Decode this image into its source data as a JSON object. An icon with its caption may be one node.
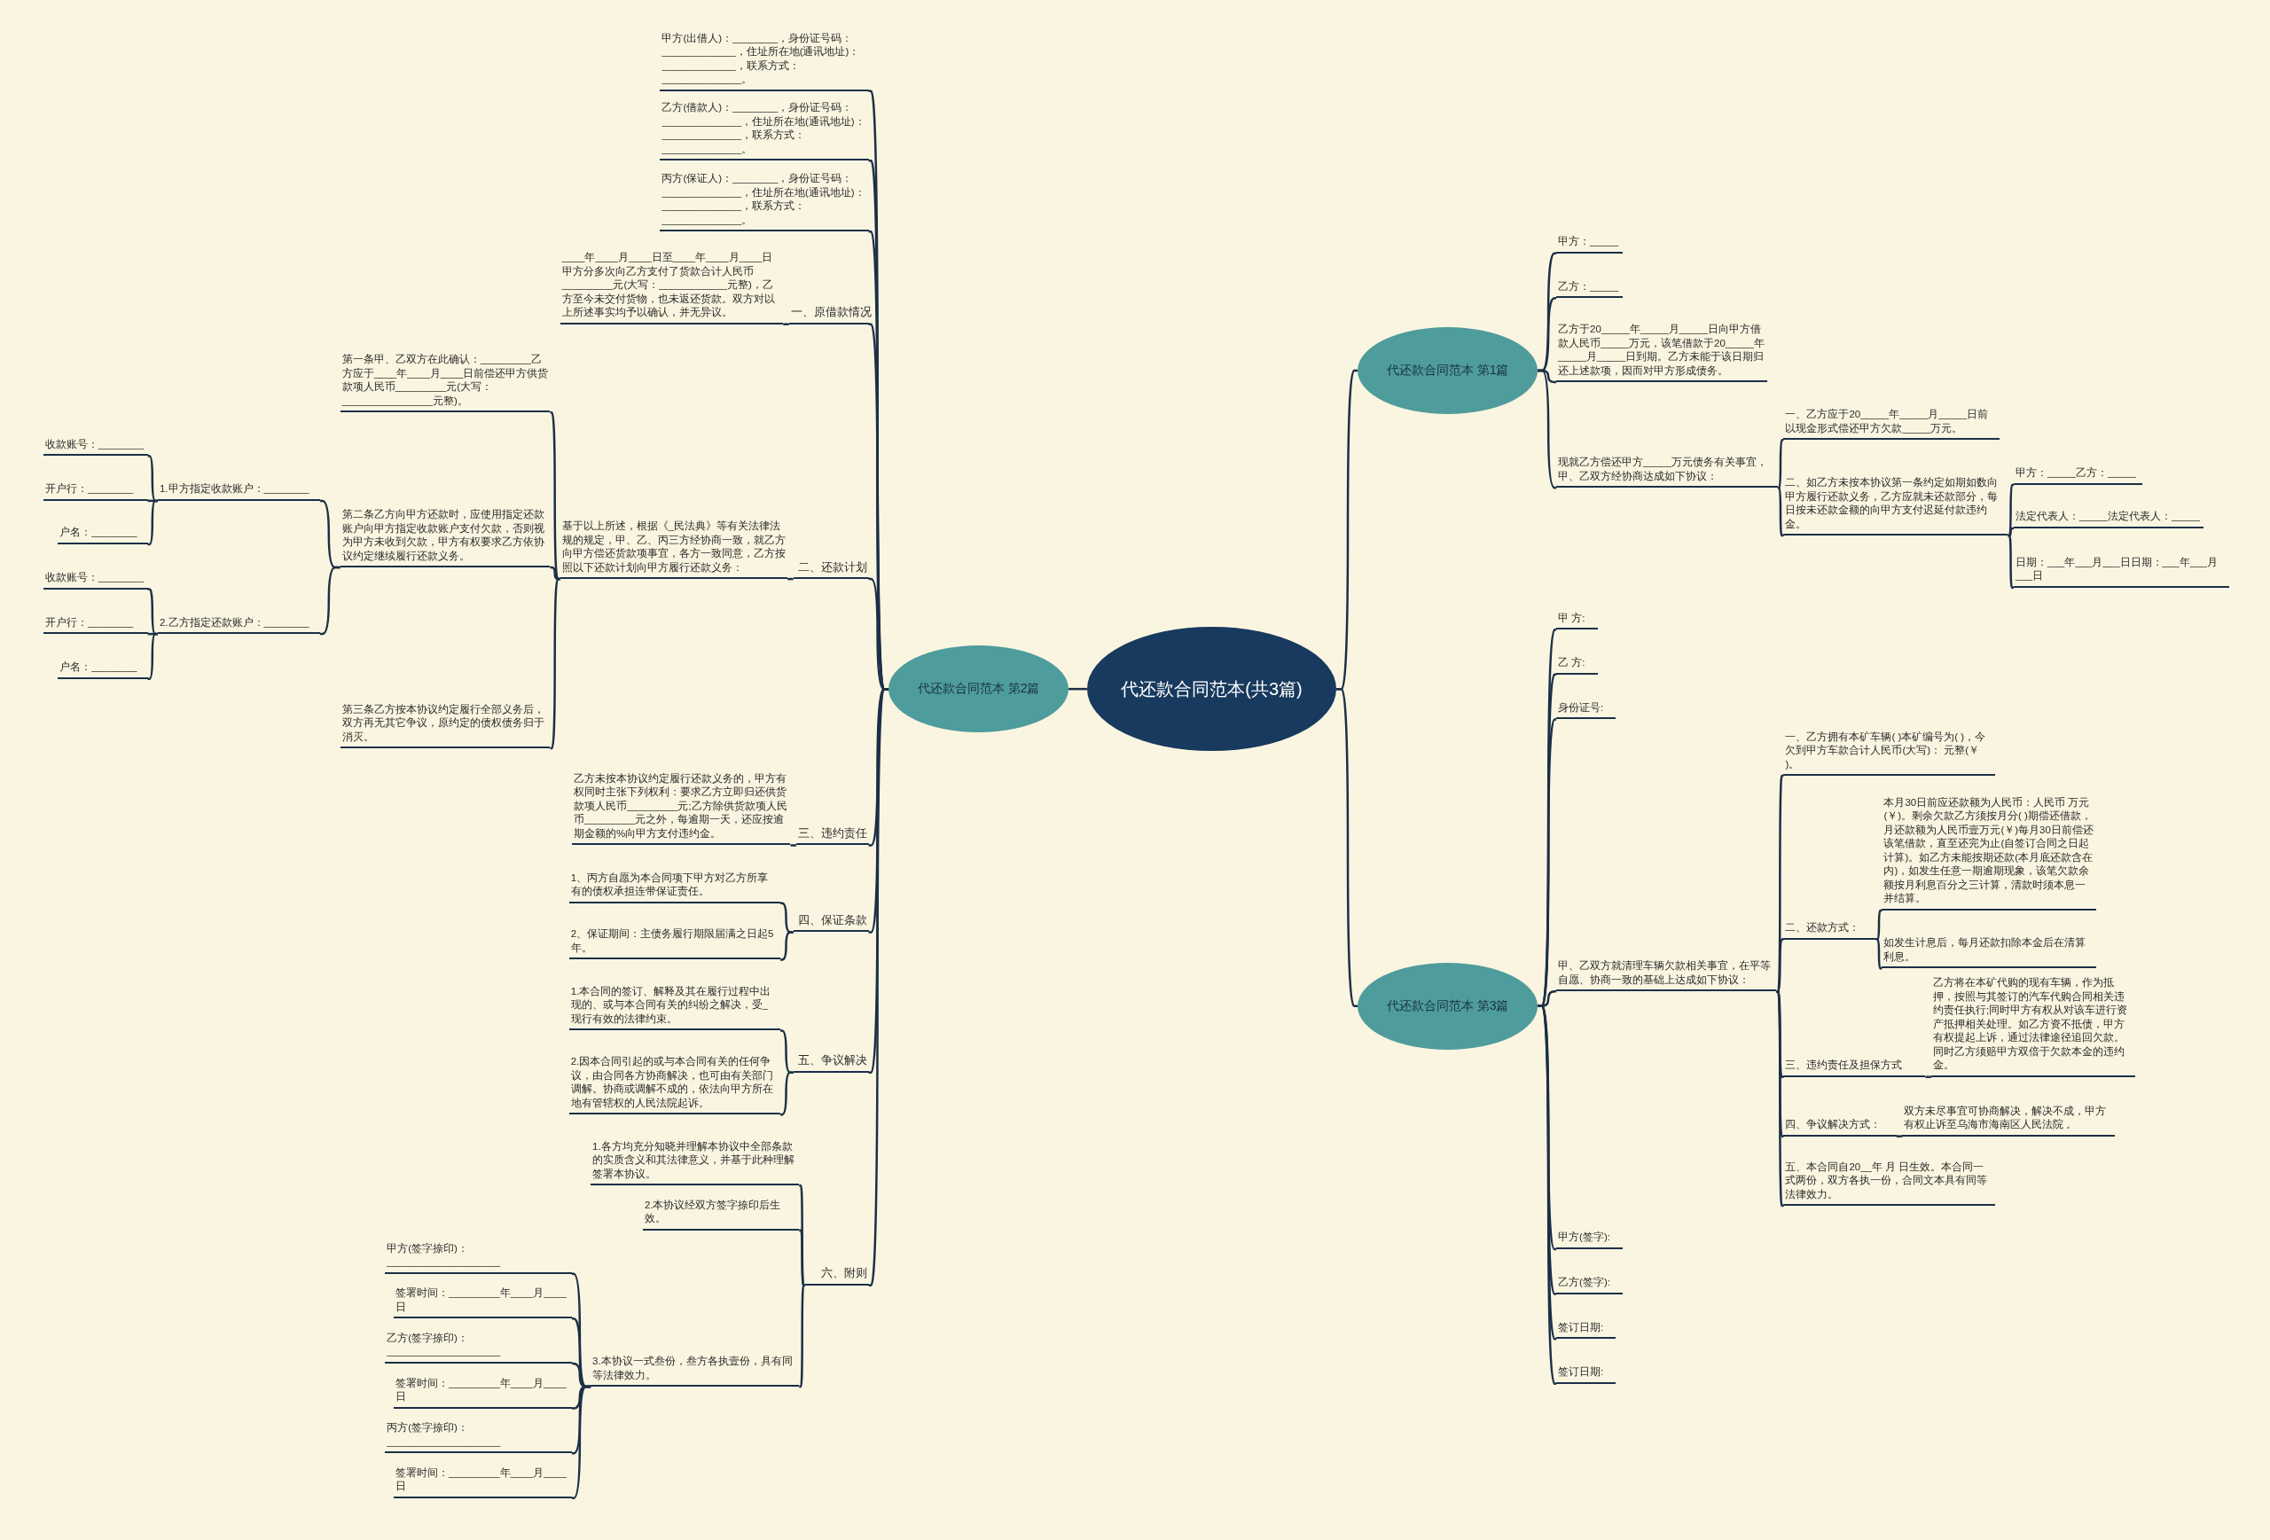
{
  "diagram": {
    "nodes": [
      {
        "text": [
          "代还款合同范本(共3篇)"
        ]
      },
      {
        "text": [
          "代还款合同范本 第2篇"
        ]
      },
      {
        "text": [
          "代还款合同范本 第1篇"
        ]
      },
      {
        "text": [
          "代还款合同范本 第3篇"
        ]
      },
      {
        "text": [
          "甲方(出借人)：________，身份证号码：_____________，住址所在地(通讯地址)：_____________，联系方式：______________。"
        ]
      },
      {
        "text": [
          "乙方(借款人)：________，身份证号码：______________，住址所在地(通讯地址)：______________，联系方式：______________。"
        ]
      },
      {
        "text": [
          "丙方(保证人)：________，身份证号码：______________，住址所在地(通讯地址)：______________，联系方式：______________。"
        ]
      },
      {
        "text": [
          "一、原借款情况"
        ]
      },
      {
        "text": [
          "二、还款计划"
        ]
      },
      {
        "text": [
          "三、违约责任"
        ]
      },
      {
        "text": [
          "四、保证条款"
        ]
      },
      {
        "text": [
          "五、争议解决"
        ]
      },
      {
        "text": [
          "六、附则"
        ]
      },
      {
        "text": [
          "____年____月____日至____年____月____日甲方分多次向乙方支付了货款合计人民币_________元(大写：____________元整)，乙方至今未交付货物，也未返还货款。双方对以上所述事实均予以确认，并无异议。"
        ]
      },
      {
        "text": [
          "基于以上所述，根据《_民法典》等有关法律法规的规定，甲、乙、丙三方经协商一致，就乙方向甲方偿还货款项事宜，各方一致同意，乙方按照以下还款计划向甲方履行还款义务："
        ]
      },
      {
        "text": [
          "第一条甲、乙双方在此确认：_________乙方应于____年____月____日前偿还甲方供货款项人民币_________元(大写：________________元整)。"
        ]
      },
      {
        "text": [
          "第二条乙方向甲方还款时，应使用指定还款账户向甲方指定收款账户支付欠款，否则视为甲方未收到欠款，甲方有权要求乙方依协议约定继续履行还款义务。"
        ]
      },
      {
        "text": [
          "第三条乙方按本协议约定履行全部义务后，双方再无其它争议，原约定的债权债务归于消灭。"
        ]
      },
      {
        "text": [
          "1.甲方指定收款账户：________"
        ]
      },
      {
        "text": [
          "2.乙方指定还款账户：________"
        ]
      },
      {
        "text": [
          "收款账号：________"
        ]
      },
      {
        "text": [
          "开户行：________"
        ]
      },
      {
        "text": [
          "户名：________"
        ]
      },
      {
        "text": [
          "收款账号：________"
        ]
      },
      {
        "text": [
          "开户行：________"
        ]
      },
      {
        "text": [
          "户名：________"
        ]
      },
      {
        "text": [
          "乙方未按本协议约定履行还款义务的，甲方有权同时主张下列权利：要求乙方立即归还供货款项人民币_________元;乙方除供货款项人民币_________元之外，每逾期一天，还应按逾期金额的%向甲方支付违约金。"
        ]
      },
      {
        "text": [
          "1、丙方自愿为本合同项下甲方对乙方所享有的债权承担连带保证责任。"
        ]
      },
      {
        "text": [
          "2、保证期间：主债务履行期限届满之日起5年。"
        ]
      },
      {
        "text": [
          "1.本合同的签订、解释及其在履行过程中出现的、或与本合同有关的纠纷之解决，受_现行有效的法律约束。"
        ]
      },
      {
        "text": [
          "2.因本合同引起的或与本合同有关的任何争议，由合同各方协商解决，也可由有关部门调解。协商或调解不成的，依法向甲方所在地有管辖权的人民法院起诉。"
        ]
      },
      {
        "text": [
          "1.各方均充分知晓并理解本协议中全部条款的实质含义和其法律意义，并基于此种理解签署本协议。"
        ]
      },
      {
        "text": [
          "2.本协议经双方签字捺印后生效。"
        ]
      },
      {
        "text": [
          "3.本协议一式叁份，叁方各执壹份，具有同等法律效力。"
        ]
      },
      {
        "text": [
          "甲方(签字捺印)：____________________"
        ]
      },
      {
        "text": [
          "签署时间：_________年____月____日"
        ]
      },
      {
        "text": [
          "乙方(签字捺印)：____________________"
        ]
      },
      {
        "text": [
          "签署时间：_________年____月____日"
        ]
      },
      {
        "text": [
          "丙方(签字捺印)：____________________"
        ]
      },
      {
        "text": [
          "签署时间：_________年____月____日"
        ]
      },
      {
        "text": [
          "甲方：_____"
        ]
      },
      {
        "text": [
          "乙方：_____"
        ]
      },
      {
        "text": [
          "乙方于20_____年_____月_____日向甲方借款人民币_____万元，该笔借款于20_____年_____月_____日到期。乙方未能于该日期归还上述款项，因而对甲方形成债务。"
        ]
      },
      {
        "text": [
          "现就乙方偿还甲方_____万元债务有关事宜，甲、乙双方经协商达成如下协议："
        ]
      },
      {
        "text": [
          "一、乙方应于20_____年_____月_____日前以现金形式偿还甲方欠款_____万元。"
        ]
      },
      {
        "text": [
          "二、如乙方未按本协议第一条约定如期如数向甲方履行还款义务，乙方应就未还款部分，每日按未还款金额的向甲方支付迟延付款违约金。"
        ]
      },
      {
        "text": [
          "甲方：_____乙方：_____"
        ]
      },
      {
        "text": [
          "法定代表人：_____法定代表人：_____"
        ]
      },
      {
        "text": [
          "日期：___年___月___日日期：___年___月___日"
        ]
      },
      {
        "text": [
          "甲 方:"
        ]
      },
      {
        "text": [
          "乙 方:"
        ]
      },
      {
        "text": [
          "身份证号:"
        ]
      },
      {
        "text": [
          "甲、乙双方就清理车辆欠款相关事宜，在平等自愿、协商一致的基础上达成如下协议："
        ]
      },
      {
        "text": [
          "一、乙方拥有本矿车辆( )本矿编号为( )，今欠到甲方车款合计人民币(大写)： 元整(￥ )。"
        ]
      },
      {
        "text": [
          "二、还款方式："
        ]
      },
      {
        "text": [
          "本月30日前应还款额为人民币：人民币 万元(￥)。剩余欠款乙方须按月分( )期偿还借款，月还款额为人民币壹万元(￥)每月30日前偿还该笔借款，直至还完为止(自签订合同之日起计算)。如乙方未能按期还款(本月底还款含在内)，如发生任意一期逾期现象，该笔欠款余额按月利息百分之三计算，清款时须本息一并结算。"
        ]
      },
      {
        "text": [
          "如发生计息后，每月还款扣除本金后在清算利息。"
        ]
      },
      {
        "text": [
          "三、违约责任及担保方式"
        ]
      },
      {
        "text": [
          "乙方将在本矿代购的现有车辆，作为抵押，按照与其签订的汽车代购合同相关违约责任执行;同时甲方有权从对该车进行资产抵押相关处理。如乙方资不抵债，甲方有权提起上诉，通过法律途径追回欠款。同时乙方须赔甲方双倍于欠款本金的违约金。"
        ]
      },
      {
        "text": [
          "四、争议解决方式："
        ]
      },
      {
        "text": [
          "双方未尽事宜可协商解决，解决不成，甲方有权止诉至乌海市海南区人民法院 。"
        ]
      },
      {
        "text": [
          "五、本合同自20__年 月 日生效。本合同一式两份，双方各执一份，合同文本具有同等法律效力。"
        ]
      },
      {
        "text": [
          "甲方(签字):"
        ]
      },
      {
        "text": [
          "乙方(签字):"
        ]
      },
      {
        "text": [
          "签订日期:"
        ]
      },
      {
        "text": [
          "签订日期:"
        ]
      }
    ],
    "edges": [
      {
        "from": 0,
        "to": 1,
        "arrow": "none"
      },
      {
        "from": 0,
        "to": 2,
        "arrow": "none"
      },
      {
        "from": 0,
        "to": 3,
        "arrow": "none"
      },
      {
        "from": 1,
        "to": 4,
        "arrow": "none"
      },
      {
        "from": 1,
        "to": 5,
        "arrow": "none"
      },
      {
        "from": 1,
        "to": 6,
        "arrow": "none"
      },
      {
        "from": 1,
        "to": 7,
        "arrow": "none"
      },
      {
        "from": 1,
        "to": 8,
        "arrow": "none"
      },
      {
        "from": 1,
        "to": 9,
        "arrow": "none"
      },
      {
        "from": 1,
        "to": 10,
        "arrow": "none"
      },
      {
        "from": 1,
        "to": 11,
        "arrow": "none"
      },
      {
        "from": 1,
        "to": 12,
        "arrow": "none"
      },
      {
        "from": 7,
        "to": 13,
        "arrow": "none"
      },
      {
        "from": 8,
        "to": 14,
        "arrow": "none"
      },
      {
        "from": 14,
        "to": 15,
        "arrow": "none"
      },
      {
        "from": 14,
        "to": 16,
        "arrow": "none"
      },
      {
        "from": 14,
        "to": 17,
        "arrow": "none"
      },
      {
        "from": 16,
        "to": 18,
        "arrow": "none"
      },
      {
        "from": 16,
        "to": 19,
        "arrow": "none"
      },
      {
        "from": 18,
        "to": 20,
        "arrow": "none"
      },
      {
        "from": 18,
        "to": 21,
        "arrow": "none"
      },
      {
        "from": 18,
        "to": 22,
        "arrow": "none"
      },
      {
        "from": 19,
        "to": 23,
        "arrow": "none"
      },
      {
        "from": 19,
        "to": 24,
        "arrow": "none"
      },
      {
        "from": 19,
        "to": 25,
        "arrow": "none"
      },
      {
        "from": 9,
        "to": 26,
        "arrow": "none"
      },
      {
        "from": 10,
        "to": 27,
        "arrow": "none"
      },
      {
        "from": 10,
        "to": 28,
        "arrow": "none"
      },
      {
        "from": 11,
        "to": 29,
        "arrow": "none"
      },
      {
        "from": 11,
        "to": 30,
        "arrow": "none"
      },
      {
        "from": 12,
        "to": 31,
        "arrow": "none"
      },
      {
        "from": 12,
        "to": 32,
        "arrow": "none"
      },
      {
        "from": 12,
        "to": 33,
        "arrow": "none"
      },
      {
        "from": 33,
        "to": 34,
        "arrow": "none"
      },
      {
        "from": 33,
        "to": 35,
        "arrow": "none"
      },
      {
        "from": 33,
        "to": 36,
        "arrow": "none"
      },
      {
        "from": 33,
        "to": 37,
        "arrow": "none"
      },
      {
        "from": 33,
        "to": 38,
        "arrow": "none"
      },
      {
        "from": 33,
        "to": 39,
        "arrow": "none"
      },
      {
        "from": 2,
        "to": 40,
        "arrow": "none"
      },
      {
        "from": 2,
        "to": 41,
        "arrow": "none"
      },
      {
        "from": 2,
        "to": 42,
        "arrow": "none"
      },
      {
        "from": 2,
        "to": 43,
        "arrow": "none"
      },
      {
        "from": 43,
        "to": 44,
        "arrow": "none"
      },
      {
        "from": 43,
        "to": 45,
        "arrow": "none"
      },
      {
        "from": 45,
        "to": 46,
        "arrow": "none"
      },
      {
        "from": 45,
        "to": 47,
        "arrow": "none"
      },
      {
        "from": 45,
        "to": 48,
        "arrow": "none"
      },
      {
        "from": 3,
        "to": 49,
        "arrow": "none"
      },
      {
        "from": 3,
        "to": 50,
        "arrow": "none"
      },
      {
        "from": 3,
        "to": 51,
        "arrow": "none"
      },
      {
        "from": 3,
        "to": 52,
        "arrow": "none"
      },
      {
        "from": 52,
        "to": 53,
        "arrow": "none"
      },
      {
        "from": 52,
        "to": 54,
        "arrow": "none"
      },
      {
        "from": 54,
        "to": 55,
        "arrow": "none"
      },
      {
        "from": 54,
        "to": 56,
        "arrow": "none"
      },
      {
        "from": 52,
        "to": 57,
        "arrow": "none"
      },
      {
        "from": 57,
        "to": 58,
        "arrow": "none"
      },
      {
        "from": 52,
        "to": 59,
        "arrow": "none"
      },
      {
        "from": 59,
        "to": 60,
        "arrow": "none"
      },
      {
        "from": 52,
        "to": 61,
        "arrow": "none"
      },
      {
        "from": 3,
        "to": 62,
        "arrow": "none"
      },
      {
        "from": 3,
        "to": 63,
        "arrow": "none"
      },
      {
        "from": 3,
        "to": 64,
        "arrow": "none"
      },
      {
        "from": 3,
        "to": 65,
        "arrow": "none"
      }
    ]
  }
}
